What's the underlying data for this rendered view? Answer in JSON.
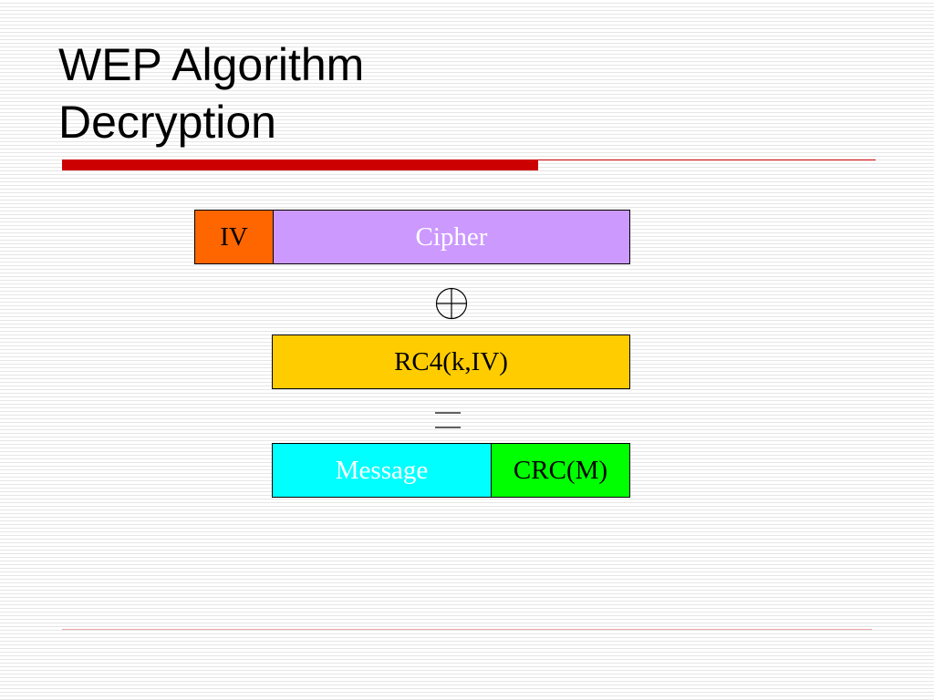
{
  "slide": {
    "title_line1": "WEP Algorithm",
    "title_line2": "Decryption"
  },
  "diagram": {
    "iv_label": "IV",
    "cipher_label": "Cipher",
    "rc4_label": "RC4(k,IV)",
    "message_label": "Message",
    "crc_label": "CRC(M)",
    "operators": [
      "xor-icon",
      "equals-icon"
    ]
  },
  "colors": {
    "iv": "#ff6600",
    "cipher": "#cc99ff",
    "rc4": "#ffcc00",
    "message": "#00ffff",
    "crc": "#00ff00",
    "accent_red": "#cc0000"
  }
}
